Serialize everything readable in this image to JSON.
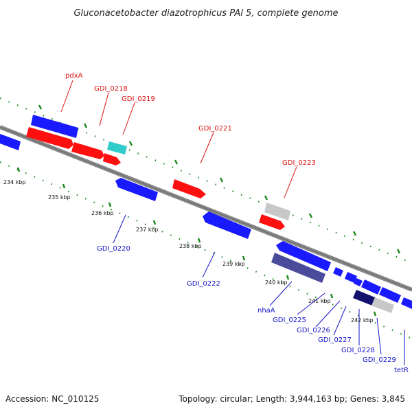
{
  "title": "Gluconacetobacter diazotrophicus PAl 5, complete genome",
  "footer": {
    "accession": "Accession: NC_010125",
    "topology": "Topology: circular; Length: 3,944,163 bp; Genes: 3,845"
  },
  "colors": {
    "background": "#ffffff",
    "backbone": "#8a8a8a",
    "tick": "#1f8a1f",
    "forward_label": "#dd1111",
    "reverse_label": "#1414c8",
    "gene_red": "#ff1010",
    "gene_blue": "#1a1aff",
    "gene_cyan": "#33cccc",
    "gene_grey": "#c8c8c8",
    "gene_slate": "#4b4b9c",
    "gene_navy": "#12126e"
  },
  "ticks": [
    "234 kbp",
    "235 kbp",
    "236 kbp",
    "237 kbp",
    "238 kbp",
    "239 kbp",
    "240 kbp",
    "241 kbp",
    "242 kbp"
  ],
  "forward_labels": [
    "pdxA",
    "GDI_0218",
    "GDI_0219",
    "GDI_0221",
    "GDI_0223"
  ],
  "reverse_labels": [
    "GDI_0220",
    "GDI_0222",
    "nhaA",
    "GDI_0225",
    "GDI_0226",
    "GDI_0227",
    "GDI_0228",
    "GDI_0229",
    "tetR"
  ]
}
